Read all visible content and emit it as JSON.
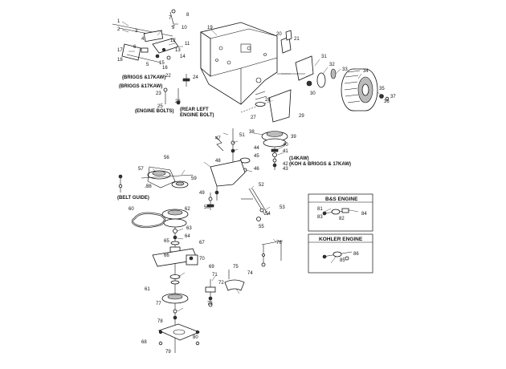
{
  "callouts": [
    {
      "id": "c1",
      "text": "1"
    },
    {
      "id": "c2",
      "text": "2"
    },
    {
      "id": "c3",
      "text": "3"
    },
    {
      "id": "c4",
      "text": "4"
    },
    {
      "id": "c5",
      "text": "5"
    },
    {
      "id": "c6",
      "text": "6"
    },
    {
      "id": "c7",
      "text": "7"
    },
    {
      "id": "c8",
      "text": "8"
    },
    {
      "id": "c9",
      "text": "9"
    },
    {
      "id": "c10",
      "text": "10"
    },
    {
      "id": "c11",
      "text": "11"
    },
    {
      "id": "c12",
      "text": "12"
    },
    {
      "id": "c13",
      "text": "13"
    },
    {
      "id": "c14",
      "text": "14"
    },
    {
      "id": "c15",
      "text": "15"
    },
    {
      "id": "c16",
      "text": "16"
    },
    {
      "id": "c17",
      "text": "17"
    },
    {
      "id": "c18",
      "text": "18"
    },
    {
      "id": "c19",
      "text": "19"
    },
    {
      "id": "c20",
      "text": "20"
    },
    {
      "id": "c21",
      "text": "21"
    },
    {
      "id": "c22",
      "text": "22"
    },
    {
      "id": "c23",
      "text": "23"
    },
    {
      "id": "c24",
      "text": "24"
    },
    {
      "id": "c25",
      "text": "25"
    },
    {
      "id": "c26",
      "text": "26"
    },
    {
      "id": "c27",
      "text": "27"
    },
    {
      "id": "c28",
      "text": "28"
    },
    {
      "id": "c29",
      "text": "29"
    },
    {
      "id": "c30",
      "text": "30"
    },
    {
      "id": "c31",
      "text": "31"
    },
    {
      "id": "c32",
      "text": "32"
    },
    {
      "id": "c33",
      "text": "33"
    },
    {
      "id": "c34",
      "text": "34"
    },
    {
      "id": "c35",
      "text": "35"
    },
    {
      "id": "c36",
      "text": "36"
    },
    {
      "id": "c37",
      "text": "37"
    },
    {
      "id": "c38",
      "text": "38"
    },
    {
      "id": "c39",
      "text": "39"
    },
    {
      "id": "c40",
      "text": "40"
    },
    {
      "id": "c41",
      "text": "41"
    },
    {
      "id": "c42",
      "text": "42"
    },
    {
      "id": "c43",
      "text": "43"
    },
    {
      "id": "c44",
      "text": "44"
    },
    {
      "id": "c45",
      "text": "45"
    },
    {
      "id": "c46",
      "text": "46"
    },
    {
      "id": "c47",
      "text": "47"
    },
    {
      "id": "c48",
      "text": "48"
    },
    {
      "id": "c49",
      "text": "49"
    },
    {
      "id": "c50",
      "text": "50"
    },
    {
      "id": "c51",
      "text": "51"
    },
    {
      "id": "c52",
      "text": "52"
    },
    {
      "id": "c53",
      "text": "53"
    },
    {
      "id": "c54",
      "text": "54"
    },
    {
      "id": "c55",
      "text": "55"
    },
    {
      "id": "c56",
      "text": "56"
    },
    {
      "id": "c57",
      "text": "57"
    },
    {
      "id": "c58",
      "text": "58"
    },
    {
      "id": "c59",
      "text": "59"
    },
    {
      "id": "c60",
      "text": "60"
    },
    {
      "id": "c61",
      "text": "61"
    },
    {
      "id": "c62",
      "text": "62"
    },
    {
      "id": "c63",
      "text": "63"
    },
    {
      "id": "c64",
      "text": "64"
    },
    {
      "id": "c65",
      "text": "65"
    },
    {
      "id": "c66",
      "text": "66"
    },
    {
      "id": "c67",
      "text": "67"
    },
    {
      "id": "c68",
      "text": "68"
    },
    {
      "id": "c69",
      "text": "69"
    },
    {
      "id": "c70",
      "text": "70"
    },
    {
      "id": "c71",
      "text": "71"
    },
    {
      "id": "c72",
      "text": "72"
    },
    {
      "id": "c73",
      "text": "73"
    },
    {
      "id": "c74",
      "text": "74"
    },
    {
      "id": "c75",
      "text": "75"
    },
    {
      "id": "c76",
      "text": "76"
    },
    {
      "id": "c77",
      "text": "77"
    },
    {
      "id": "c78",
      "text": "78"
    },
    {
      "id": "c79",
      "text": "79"
    },
    {
      "id": "c80",
      "text": "80"
    },
    {
      "id": "c81",
      "text": "81"
    },
    {
      "id": "c82",
      "text": "82"
    },
    {
      "id": "c83",
      "text": "83"
    },
    {
      "id": "c84",
      "text": "84"
    },
    {
      "id": "c85",
      "text": "85"
    },
    {
      "id": "c86",
      "text": "86"
    }
  ],
  "notes": {
    "briggs_kaw_1": "(BRIGGS &17KAW)",
    "briggs_kaw_2": "(BRIGGS &17KAW)",
    "engine_bolts": "(ENGINE BOLTS)",
    "rear_left_1": "(REAR LEFT",
    "rear_left_2": "ENGINE BOLT)",
    "belt_guide": "(BELT GUIDE)",
    "kaw_14": "(14KAW)",
    "koh_briggs": "(KOH & BRIGGS & 17KAW)"
  },
  "insets": {
    "bs_engine": "B&S ENGINE",
    "kohler_engine": "KOHLER ENGINE"
  }
}
